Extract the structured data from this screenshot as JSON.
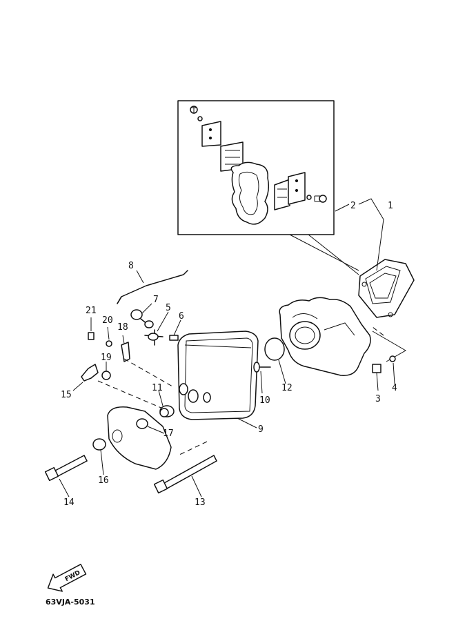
{
  "diagram": {
    "part_numbers": {
      "p1": "1",
      "p2": "2",
      "p3": "3",
      "p4": "4",
      "p5": "5",
      "p6": "6",
      "p7": "7",
      "p8": "8",
      "p9": "9",
      "p10": "10",
      "p11": "11",
      "p12": "12",
      "p13": "13",
      "p14": "14",
      "p15": "15",
      "p16": "16",
      "p17": "17",
      "p18": "18",
      "p19": "19",
      "p20": "20",
      "p21": "21"
    },
    "direction_label": "FWD",
    "diagram_code": "63VJA-5031"
  }
}
